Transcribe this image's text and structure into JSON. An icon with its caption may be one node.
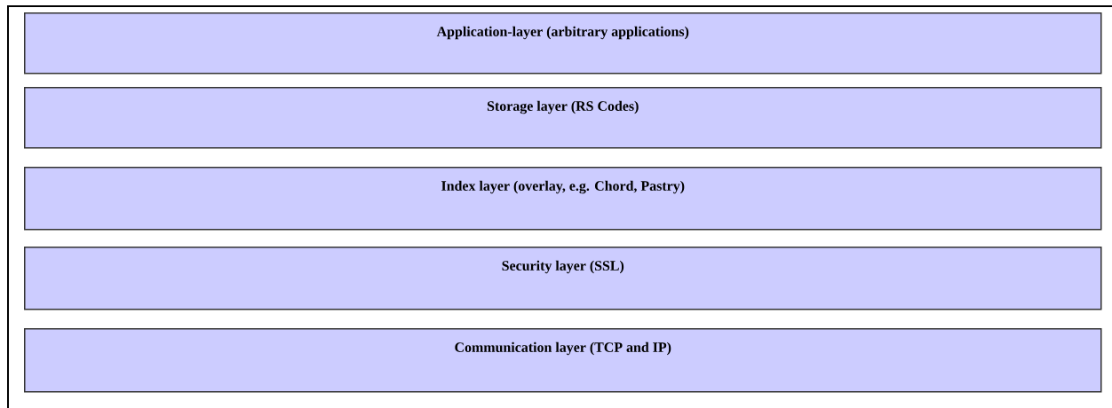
{
  "diagram": {
    "nodes": [
      {
        "text": [
          "Application-layer (arbitrary applications)"
        ]
      },
      {
        "text": [
          "Storage layer (RS Codes)"
        ]
      },
      {
        "text": [
          "Index layer (overlay, e.g. Chord, Pastry)"
        ]
      },
      {
        "text": [
          "Security layer (SSL)"
        ]
      },
      {
        "text": [
          "Communication layer (TCP and IP)"
        ]
      }
    ]
  }
}
